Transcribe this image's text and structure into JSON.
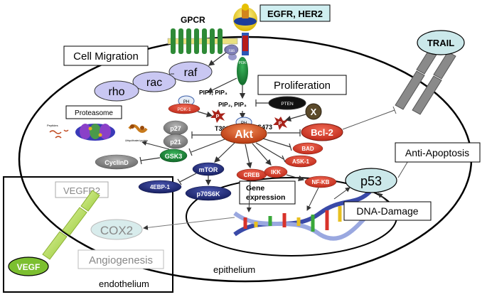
{
  "labels": {
    "egfr": "EGFR, HER2",
    "gpcr": "GPCR",
    "cell_migration": "Cell Migration",
    "proliferation": "Proliferation",
    "trail": "TRAIL",
    "raf": "raf",
    "rac": "rac",
    "rho": "rho",
    "ras": "ras",
    "pi3k": "PI3K",
    "ph1": "PH",
    "pdk1": "PDK-1",
    "pip_top": "PIP₂, PIP₃",
    "pip_mid": "PIP₂, PIP₃",
    "pten": "PTEN",
    "x": "X",
    "ph2": "PH",
    "t308": "T308",
    "s473": "S473",
    "p": "P",
    "akt": "Akt",
    "bcl2": "Bcl-2",
    "bad": "BAD",
    "ask1": "ASK-1",
    "proteasome": "Proteasome",
    "peptides": "Peptides",
    "ubiq": "Ubiquitinated protein",
    "p27": "p27",
    "p21": "p21",
    "gsk3": "GSK3",
    "cyclind": "CyclinD",
    "mtor": "mTOR",
    "ebp": "4EBP-1",
    "p70": "p70S6K",
    "creb": "CREB",
    "ikk": "IKK",
    "nfkb": "NF-KB",
    "gene1": "Gene",
    "gene2": "expression",
    "p53": "p53",
    "anti": "Anti-Apoptosis",
    "dna": "DNA-Damage",
    "vegfr2": "VEGFR2",
    "cox2": "COX2",
    "vegf": "VEGF",
    "angio": "Angiogenesis",
    "epithelium": "epithelium",
    "endothelium": "endothelium"
  },
  "colors": {
    "akt": "#d0461e",
    "red_node": "#d93a2a",
    "green_node": "#1e8a3a",
    "navy_node": "#1f2a78",
    "lavender": "#c9c7f2",
    "grey_node": "#8a8a8a",
    "light_cyan": "#cbe8ea"
  }
}
